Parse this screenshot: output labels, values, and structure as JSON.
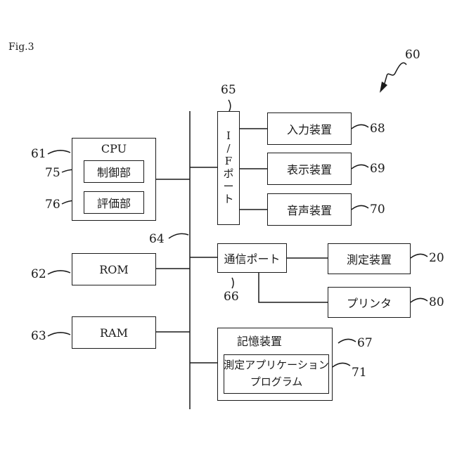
{
  "figure_label": "Fig.3",
  "refs": {
    "r60": "60",
    "r61": "61",
    "r62": "62",
    "r63": "63",
    "r64": "64",
    "r65": "65",
    "r66": "66",
    "r67": "67",
    "r68": "68",
    "r69": "69",
    "r70": "70",
    "r71": "71",
    "r75": "75",
    "r76": "76",
    "r20": "20",
    "r80": "80"
  },
  "cpu": {
    "title": "CPU",
    "control": "制御部",
    "evaluation": "評価部"
  },
  "rom": "ROM",
  "ram": "RAM",
  "if_port_chars": [
    "I",
    "/",
    "F",
    "ポ",
    "ー",
    "ト"
  ],
  "input_device": "入力装置",
  "display_device": "表示装置",
  "audio_device": "音声装置",
  "comm_port": "通信ポート",
  "measuring_device": "測定装置",
  "printer": "プリンタ",
  "storage": {
    "title": "記憶装置",
    "app_line1": "測定アプリケーション",
    "app_line2": "プログラム"
  }
}
